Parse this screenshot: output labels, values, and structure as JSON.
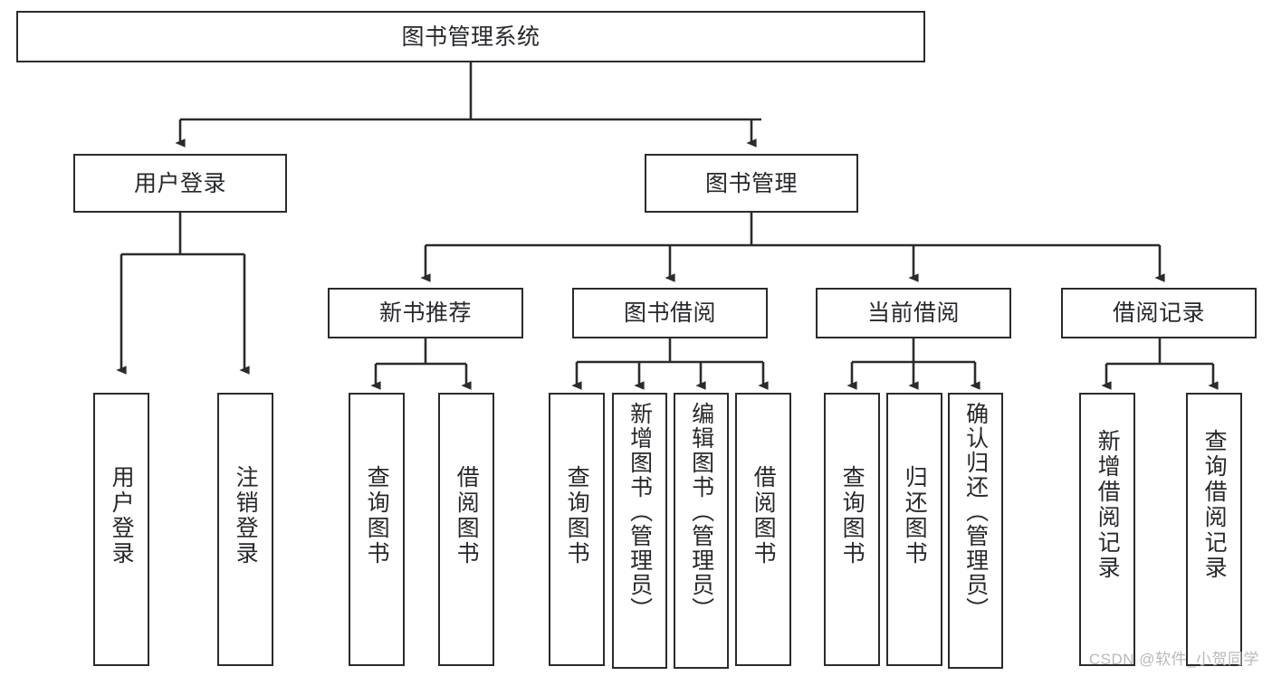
{
  "diagram": {
    "title": "图书管理系统",
    "type": "tree-hierarchy",
    "watermark": "CSDN @软件_小贺同学",
    "colors": {
      "stroke": "#2b2b2b",
      "fill": "#ffffff",
      "text": "#26282b",
      "watermark": "#b7b9bc"
    },
    "root": {
      "label": "图书管理系统"
    },
    "level2": [
      {
        "label": "用户登录"
      },
      {
        "label": "图书管理"
      }
    ],
    "level3": [
      {
        "label": "新书推荐"
      },
      {
        "label": "图书借阅"
      },
      {
        "label": "当前借阅"
      },
      {
        "label": "借阅记录"
      }
    ],
    "leaves": {
      "user_login": [
        {
          "label": "用户登录"
        },
        {
          "label": "注销登录"
        }
      ],
      "new_book_recommend": [
        {
          "label": "查询图书"
        },
        {
          "label": "借阅图书"
        }
      ],
      "book_borrow": [
        {
          "label": "查询图书"
        },
        {
          "label": "新增图书（管理员）"
        },
        {
          "label": "编辑图书（管理员）"
        },
        {
          "label": "借阅图书"
        }
      ],
      "current_borrow": [
        {
          "label": "查询图书"
        },
        {
          "label": "归还图书"
        },
        {
          "label": "确认归还（管理员）"
        }
      ],
      "borrow_record": [
        {
          "label": "新增借阅记录"
        },
        {
          "label": "查询借阅记录"
        }
      ]
    }
  }
}
